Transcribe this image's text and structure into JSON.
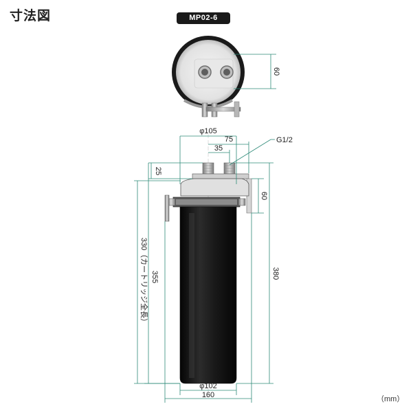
{
  "title": "寸法図",
  "model": "MP02-6",
  "unit_note": "（mm）",
  "colors": {
    "dimension_line": "#2e8a78",
    "body": "#1a1a1a",
    "background": "#ffffff"
  },
  "top_view": {
    "dim_height": "60"
  },
  "side_view": {
    "dim_top_diameter": "φ105",
    "dim_port_outer": "75",
    "dim_port_spacing": "35",
    "thread_label": "G1/2",
    "dim_head": "25",
    "dim_bracket": "60",
    "dim_cartridge": "330（カートリッジ全長）",
    "dim_body": "355",
    "dim_total": "380",
    "dim_bottom_diameter": "φ102",
    "dim_bottom_width": "160"
  }
}
